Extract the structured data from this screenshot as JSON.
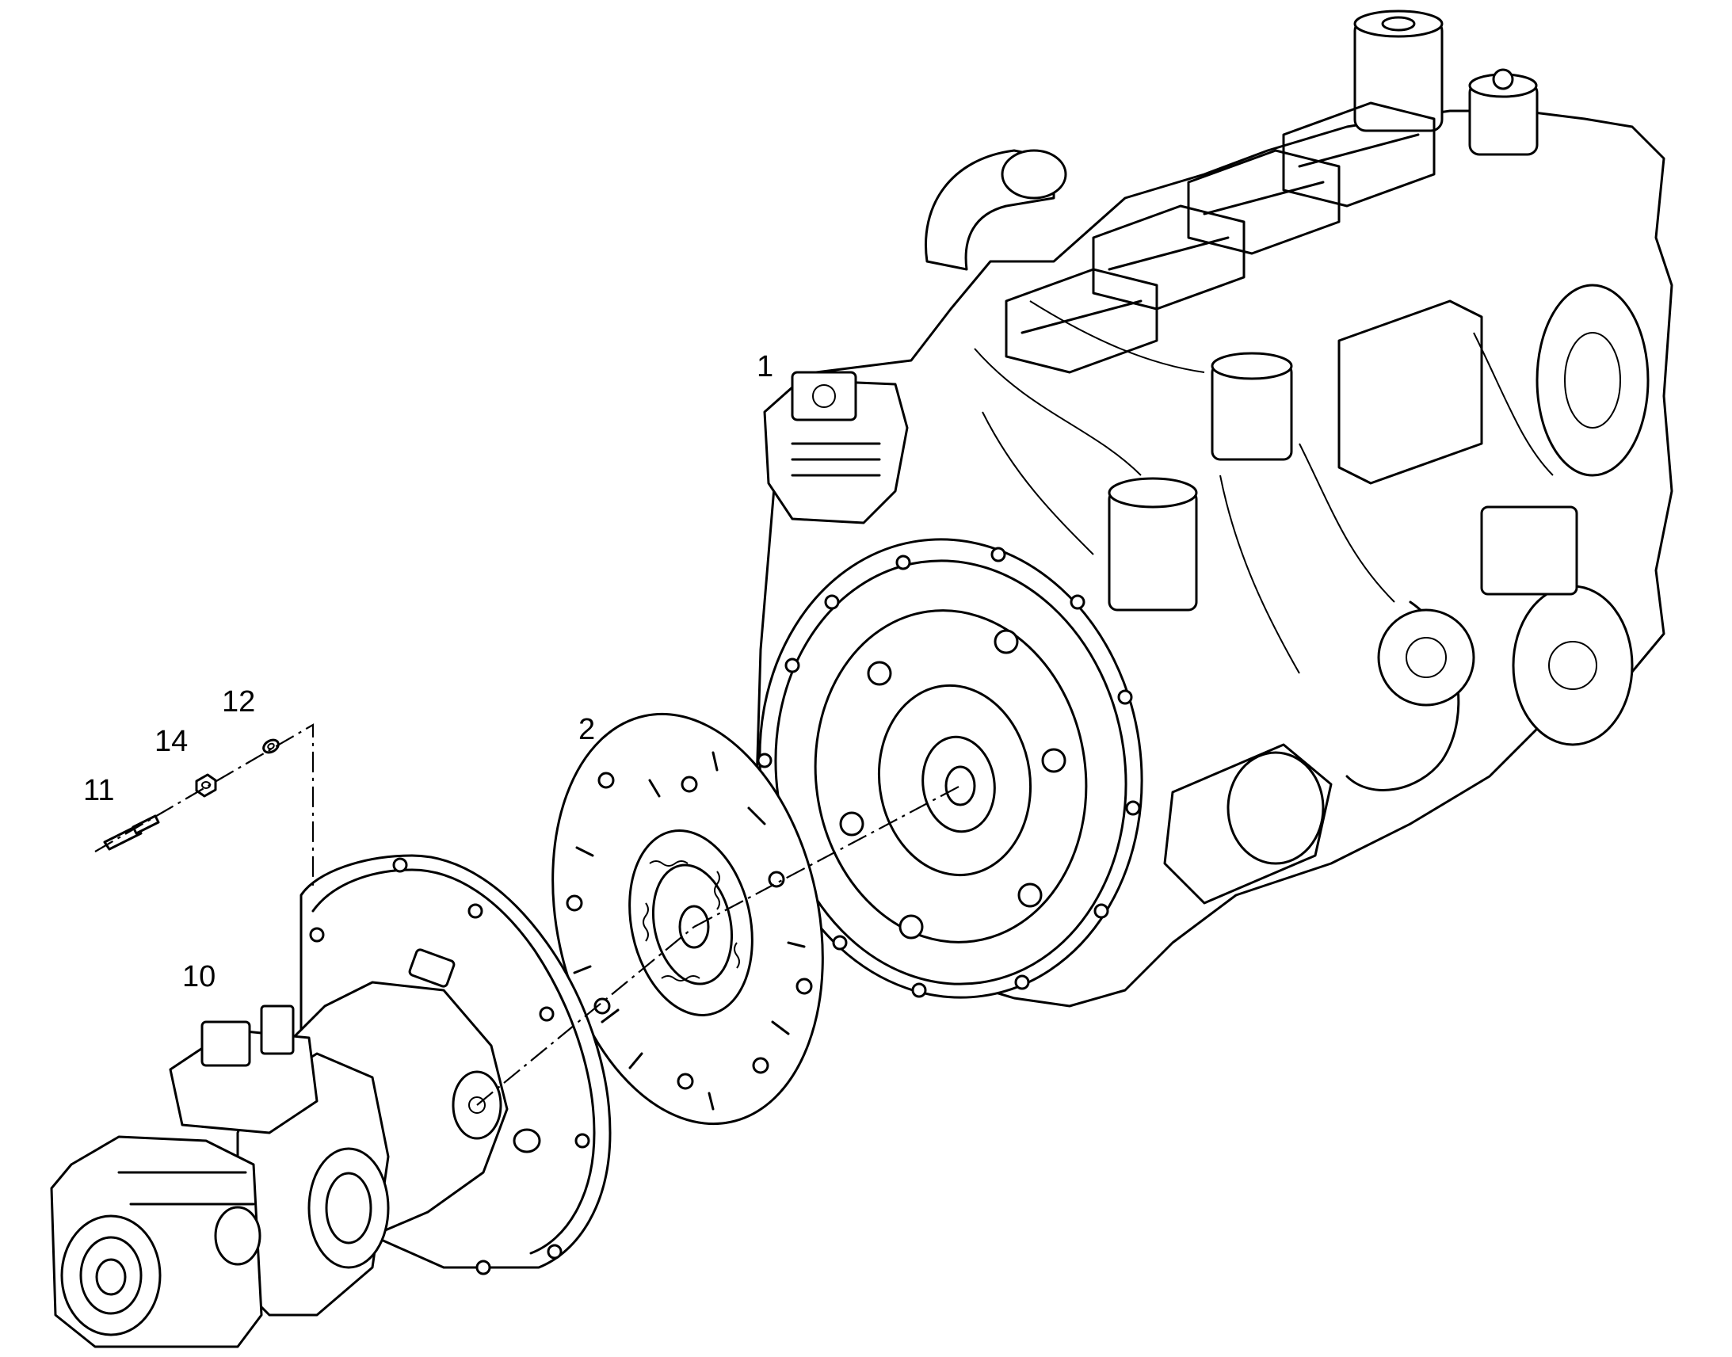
{
  "callouts": {
    "engine": "1",
    "damper_disc": "2",
    "pump": "10",
    "stud": "11",
    "washer": "12",
    "nut": "14"
  }
}
